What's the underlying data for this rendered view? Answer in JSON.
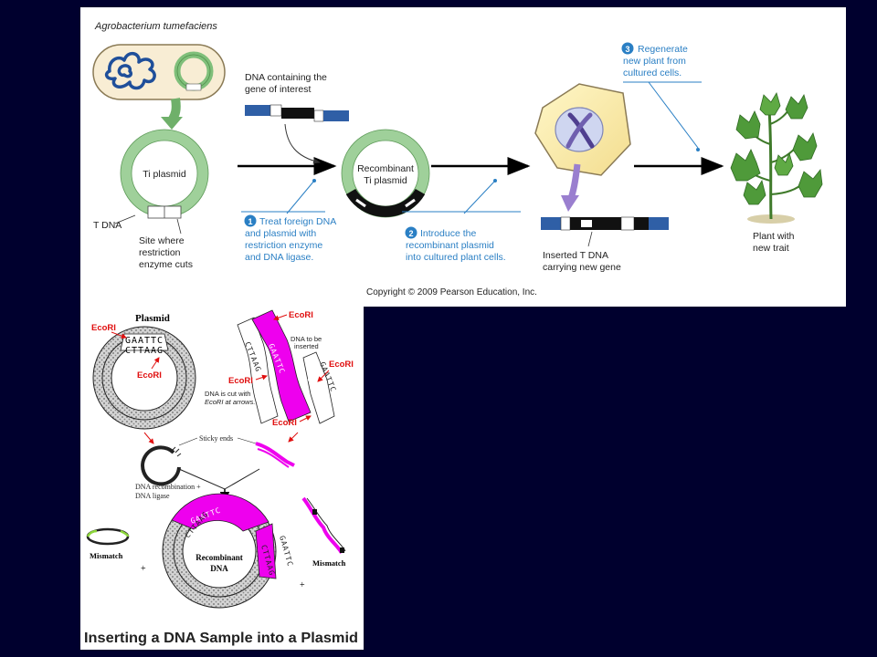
{
  "top_figure": {
    "organism": "Agrobacterium tumefaciens",
    "ti_plasmid": "Ti plasmid",
    "t_dna": "T DNA",
    "site_line1": "Site where",
    "site_line2": "restriction",
    "site_line3": "enzyme cuts",
    "dna_line1": "DNA containing the",
    "dna_line2": "gene of interest",
    "recomb_line1": "Recombinant",
    "recomb_line2": "Ti plasmid",
    "step1": {
      "number": "1",
      "line1": "Treat foreign DNA",
      "line2": "and plasmid with",
      "line3": "restriction enzyme",
      "line4": "and DNA ligase."
    },
    "step2": {
      "number": "2",
      "line1": "Introduce the",
      "line2": "recombinant plasmid",
      "line3": "into cultured plant cells."
    },
    "step3": {
      "number": "3",
      "line1": "Regenerate",
      "line2": "new plant from",
      "line3": "cultured cells."
    },
    "inserted_line1": "Inserted T DNA",
    "inserted_line2": "carrying new gene",
    "plant_line1": "Plant with",
    "plant_line2": "new trait",
    "copyright": "Copyright © 2009 Pearson Education, Inc."
  },
  "bottom_figure": {
    "plasmid": "Plasmid",
    "ecori": "EcoRI",
    "dna_insert_line1": "DNA to be",
    "dna_insert_line2": "inserted",
    "cut_line1": "DNA is cut with",
    "cut_line2": "EcoRI at arrows.",
    "sticky_ends": "Sticky ends",
    "recomb_label_line1": "DNA recombination +",
    "recomb_label_line2": "DNA ligase",
    "mismatch": "Mismatch",
    "plus": "+",
    "recombinant": "Recombinant",
    "dna": "DNA",
    "seq_gaattc": "GAATTC",
    "seq_cttaag": "CTTAAG",
    "caption": "Inserting a DNA Sample into a Plasmid"
  },
  "colors": {
    "background": "#00002e",
    "plasmid_green": "#9fd09a",
    "magenta": "#ee00ee",
    "step_blue": "#2a7fc4",
    "plant_green": "#3f8a2e",
    "dna_blue": "#2f5fa6"
  }
}
